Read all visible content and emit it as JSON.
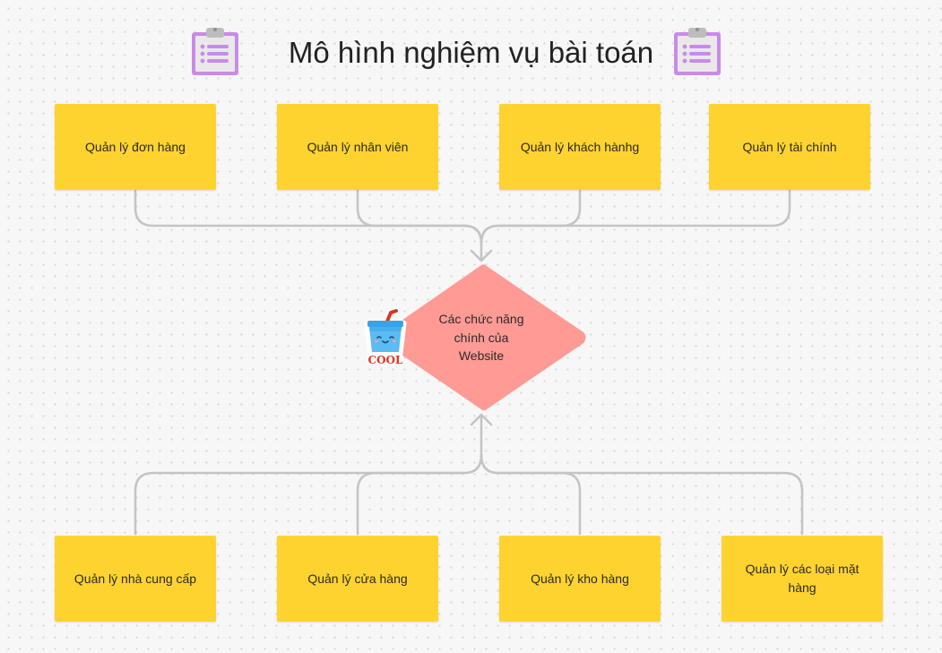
{
  "title": "Mô hình nghiệm vụ bài  toán",
  "colors": {
    "note": "#fed330",
    "diamond": "#ff9a94",
    "connector": "#c4c4c4",
    "clipboard": "#c98ae9"
  },
  "center": {
    "label_lines": [
      "Các chức năng",
      "chính của",
      "Website"
    ]
  },
  "sticker": {
    "text": "COOL"
  },
  "top_nodes": [
    {
      "label": "Quản lý đơn hàng"
    },
    {
      "label": "Quản lý nhân viên"
    },
    {
      "label": "Quản lý khách hànhg"
    },
    {
      "label": "Quản lý tài chính"
    }
  ],
  "bottom_nodes": [
    {
      "label": "Quản lý nhà cung cấp"
    },
    {
      "label": "Quản lý cửa hàng"
    },
    {
      "label": "Quản lý kho hàng"
    },
    {
      "label": "Quản lý các loại mặt hàng"
    }
  ]
}
